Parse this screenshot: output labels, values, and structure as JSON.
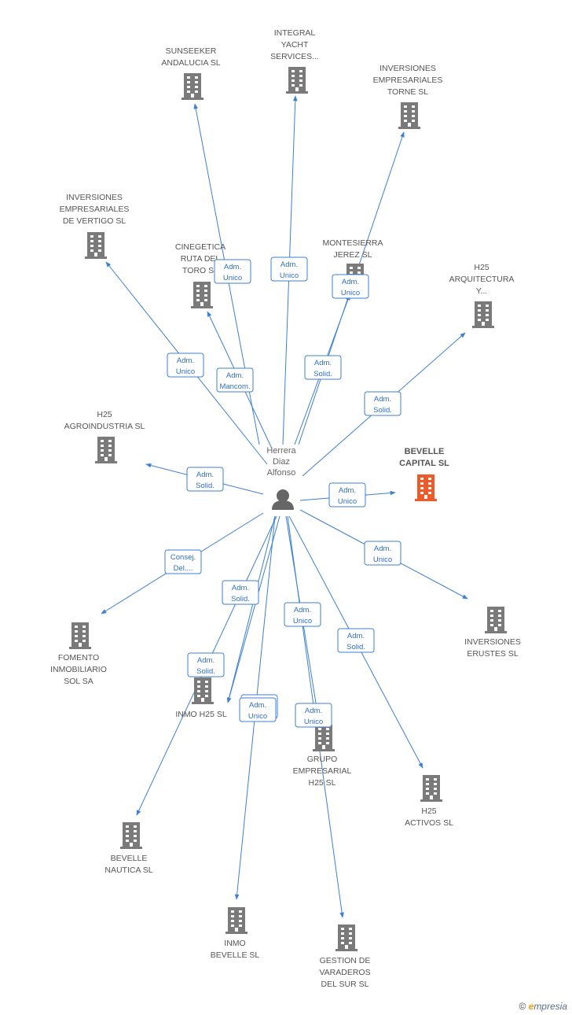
{
  "center": {
    "label_lines": [
      "Herrera",
      "Diaz",
      "Alfonso"
    ]
  },
  "companies": [
    {
      "id": "sunseeker",
      "lines": [
        "SUNSEEKER",
        "ANDALUCIA  SL"
      ],
      "highlight": false
    },
    {
      "id": "integral",
      "lines": [
        "INTEGRAL",
        "YACHT",
        "SERVICES..."
      ],
      "highlight": false
    },
    {
      "id": "torne",
      "lines": [
        "INVERSIONES",
        "EMPRESARIALES",
        "TORNE SL"
      ],
      "highlight": false
    },
    {
      "id": "vertigo",
      "lines": [
        "INVERSIONES",
        "EMPRESARIALES",
        "DE VERTIGO SL"
      ],
      "highlight": false
    },
    {
      "id": "cinegetica",
      "lines": [
        "CINEGETICA",
        "RUTA DEL",
        "TORO  SL"
      ],
      "highlight": false
    },
    {
      "id": "montesierra",
      "lines": [
        "MONTESIERRA",
        "JEREZ SL"
      ],
      "highlight": false
    },
    {
      "id": "h25arq",
      "lines": [
        "H25",
        "ARQUITECTURA",
        "Y..."
      ],
      "highlight": false
    },
    {
      "id": "h25agro",
      "lines": [
        "H25",
        "AGROINDUSTRIA SL"
      ],
      "highlight": false
    },
    {
      "id": "bevellecap",
      "lines": [
        "BEVELLE",
        "CAPITAL  SL"
      ],
      "highlight": true
    },
    {
      "id": "fomento",
      "lines": [
        "FOMENTO",
        "INMOBILIARIO",
        "SOL SA"
      ],
      "highlight": false
    },
    {
      "id": "erustes",
      "lines": [
        "INVERSIONES",
        "ERUSTES SL"
      ],
      "highlight": false
    },
    {
      "id": "inmoh25",
      "lines": [
        "INMO H25 SL"
      ],
      "highlight": false
    },
    {
      "id": "grupo",
      "lines": [
        "GRUPO",
        "EMPRESARIAL",
        "H25 SL"
      ],
      "highlight": false
    },
    {
      "id": "h25act",
      "lines": [
        "H25",
        "ACTIVOS SL"
      ],
      "highlight": false
    },
    {
      "id": "bevellenau",
      "lines": [
        "BEVELLE",
        "NAUTICA SL"
      ],
      "highlight": false
    },
    {
      "id": "inmobev",
      "lines": [
        "INMO",
        "BEVELLE  SL"
      ],
      "highlight": false
    },
    {
      "id": "varaderos",
      "lines": [
        "GESTION DE",
        "VARADEROS",
        "DEL SUR SL"
      ],
      "highlight": false
    }
  ],
  "relations": [
    {
      "target": "sunseeker",
      "lines": [
        "Adm.",
        "Unico"
      ]
    },
    {
      "target": "integral",
      "lines": [
        "Adm.",
        "Unico"
      ]
    },
    {
      "target": "montesierra",
      "lines": [
        "Adm.",
        "Unico"
      ]
    },
    {
      "target": "torne",
      "lines": [
        "Adm.",
        "Solid."
      ]
    },
    {
      "target": "vertigo",
      "lines": [
        "Adm.",
        "Unico"
      ]
    },
    {
      "target": "cinegetica",
      "lines": [
        "Adm.",
        "Mancom."
      ]
    },
    {
      "target": "h25arq",
      "lines": [
        "Adm.",
        "Solid."
      ]
    },
    {
      "target": "h25agro",
      "lines": [
        "Adm.",
        "Solid."
      ]
    },
    {
      "target": "bevellecap",
      "lines": [
        "Adm.",
        "Unico"
      ]
    },
    {
      "target": "erustes",
      "lines": [
        "Adm.",
        "Unico"
      ]
    },
    {
      "target": "fomento",
      "lines": [
        "Consej.",
        "Del...."
      ]
    },
    {
      "target": "bevellenau",
      "lines": [
        "Adm.",
        "Solid."
      ]
    },
    {
      "target": "inmoh25",
      "lines": [
        "Adm.",
        "Solid."
      ]
    },
    {
      "target": "inmobev",
      "lines": [
        "Adm.",
        "Unico"
      ]
    },
    {
      "target": "varaderos",
      "lines": [
        "Adm.",
        "Unico"
      ]
    },
    {
      "target": "h25act",
      "lines": [
        "Adm.",
        "Solid."
      ]
    },
    {
      "target": "grupo",
      "lines": [
        "Adm.",
        "Unico"
      ]
    },
    {
      "target": "inmoh25",
      "lines": [
        "Adm.",
        "Unico"
      ]
    }
  ],
  "colors": {
    "edge": "#3d7fd1",
    "building": "#7a7a7a",
    "highlight": "#f05a28",
    "person": "#666666"
  },
  "footer": {
    "copyright": "©",
    "brand_initial": "e",
    "brand_rest": "mpresia"
  }
}
